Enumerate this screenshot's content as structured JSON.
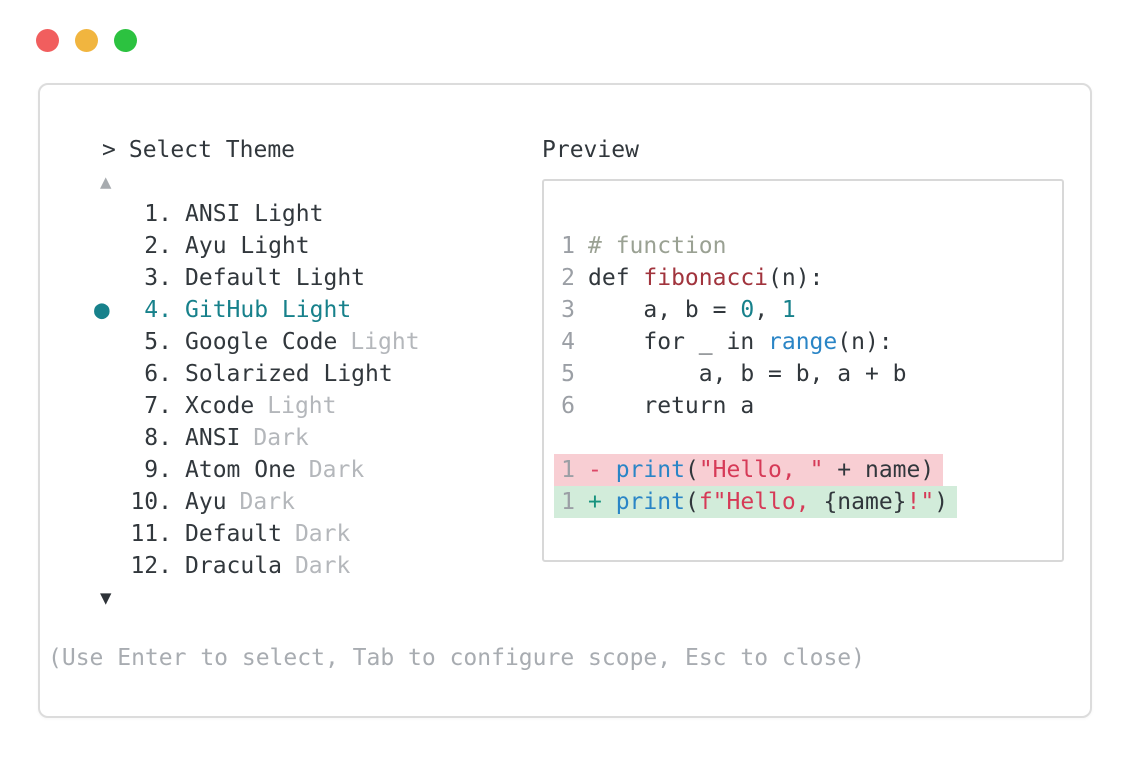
{
  "colors": {
    "text": "#31373c",
    "muted": "#b4b7bb",
    "accent": "#17818b",
    "line_number": "#9b9fa5",
    "comment": "#9aa193",
    "function_name": "#a1343d",
    "builtin": "#2a85c6",
    "string": "#d63a57",
    "number_literal": "#17818b",
    "diff_removed_text": "#dc4867",
    "diff_added_text": "#17937e",
    "diff_removed_bg": "#f8ced3",
    "diff_added_bg": "#d2ecda",
    "window_border": "#dcdcdc",
    "preview_border": "#d8d8d8",
    "help": "#a8acb1",
    "scroll_up": "#a7abaf",
    "scroll_down": "#2e3338"
  },
  "window_controls": [
    {
      "id": "close-button",
      "color": "#f15e5e"
    },
    {
      "id": "minimize-button",
      "color": "#f1b53f"
    },
    {
      "id": "zoom-button",
      "color": "#2cc240"
    }
  ],
  "theme_picker": {
    "prompt": ">",
    "title": "Select Theme",
    "scroll_up_symbol": "▲",
    "scroll_down_symbol": "▼",
    "selected_marker": "●",
    "items": [
      {
        "number": "1.",
        "name": "ANSI Light",
        "muted_part": "",
        "selected": false
      },
      {
        "number": "2.",
        "name": "Ayu Light",
        "muted_part": "",
        "selected": false
      },
      {
        "number": "3.",
        "name": "Default Light",
        "muted_part": "",
        "selected": false
      },
      {
        "number": "4.",
        "name": "GitHub Light",
        "muted_part": "",
        "selected": true
      },
      {
        "number": "5.",
        "name": "Google Code",
        "muted_part": "Light",
        "selected": false
      },
      {
        "number": "6.",
        "name": "Solarized Light",
        "muted_part": "",
        "selected": false
      },
      {
        "number": "7.",
        "name": "Xcode",
        "muted_part": "Light",
        "selected": false
      },
      {
        "number": "8.",
        "name": "ANSI",
        "muted_part": "Dark",
        "selected": false
      },
      {
        "number": "9.",
        "name": "Atom One",
        "muted_part": "Dark",
        "selected": false
      },
      {
        "number": "10.",
        "name": "Ayu",
        "muted_part": "Dark",
        "selected": false
      },
      {
        "number": "11.",
        "name": "Default",
        "muted_part": "Dark",
        "selected": false
      },
      {
        "number": "12.",
        "name": "Dracula",
        "muted_part": "Dark",
        "selected": false
      }
    ],
    "help_text": "(Use Enter to select, Tab to configure scope, Esc to close)"
  },
  "preview": {
    "title": "Preview",
    "code_lines": [
      {
        "num": "1",
        "segments": [
          {
            "t": "# function",
            "c": "comment"
          }
        ]
      },
      {
        "num": "2",
        "segments": [
          {
            "t": "def ",
            "c": "text"
          },
          {
            "t": "fibonacci",
            "c": "func"
          },
          {
            "t": "(n):",
            "c": "text"
          }
        ]
      },
      {
        "num": "3",
        "segments": [
          {
            "t": "    a, b = ",
            "c": "text"
          },
          {
            "t": "0",
            "c": "numlit"
          },
          {
            "t": ", ",
            "c": "text"
          },
          {
            "t": "1",
            "c": "numlit"
          }
        ]
      },
      {
        "num": "4",
        "segments": [
          {
            "t": "    for _ in ",
            "c": "text"
          },
          {
            "t": "range",
            "c": "builtin"
          },
          {
            "t": "(n):",
            "c": "text"
          }
        ]
      },
      {
        "num": "5",
        "segments": [
          {
            "t": "        a, b = b, a + b",
            "c": "text"
          }
        ]
      },
      {
        "num": "6",
        "segments": [
          {
            "t": "    return a",
            "c": "text"
          }
        ]
      }
    ],
    "diff_lines": [
      {
        "num": "1",
        "change": "removed",
        "segments": [
          {
            "t": "- ",
            "c": "rm"
          },
          {
            "t": "print",
            "c": "builtin"
          },
          {
            "t": "(",
            "c": "text"
          },
          {
            "t": "\"Hello, \"",
            "c": "string"
          },
          {
            "t": " + name)",
            "c": "text"
          }
        ]
      },
      {
        "num": "1",
        "change": "added",
        "segments": [
          {
            "t": "+ ",
            "c": "add"
          },
          {
            "t": "print",
            "c": "builtin"
          },
          {
            "t": "(",
            "c": "text"
          },
          {
            "t": "f\"Hello, ",
            "c": "string"
          },
          {
            "t": "{name}",
            "c": "text"
          },
          {
            "t": "!\"",
            "c": "string"
          },
          {
            "t": ")",
            "c": "text"
          }
        ]
      }
    ]
  }
}
